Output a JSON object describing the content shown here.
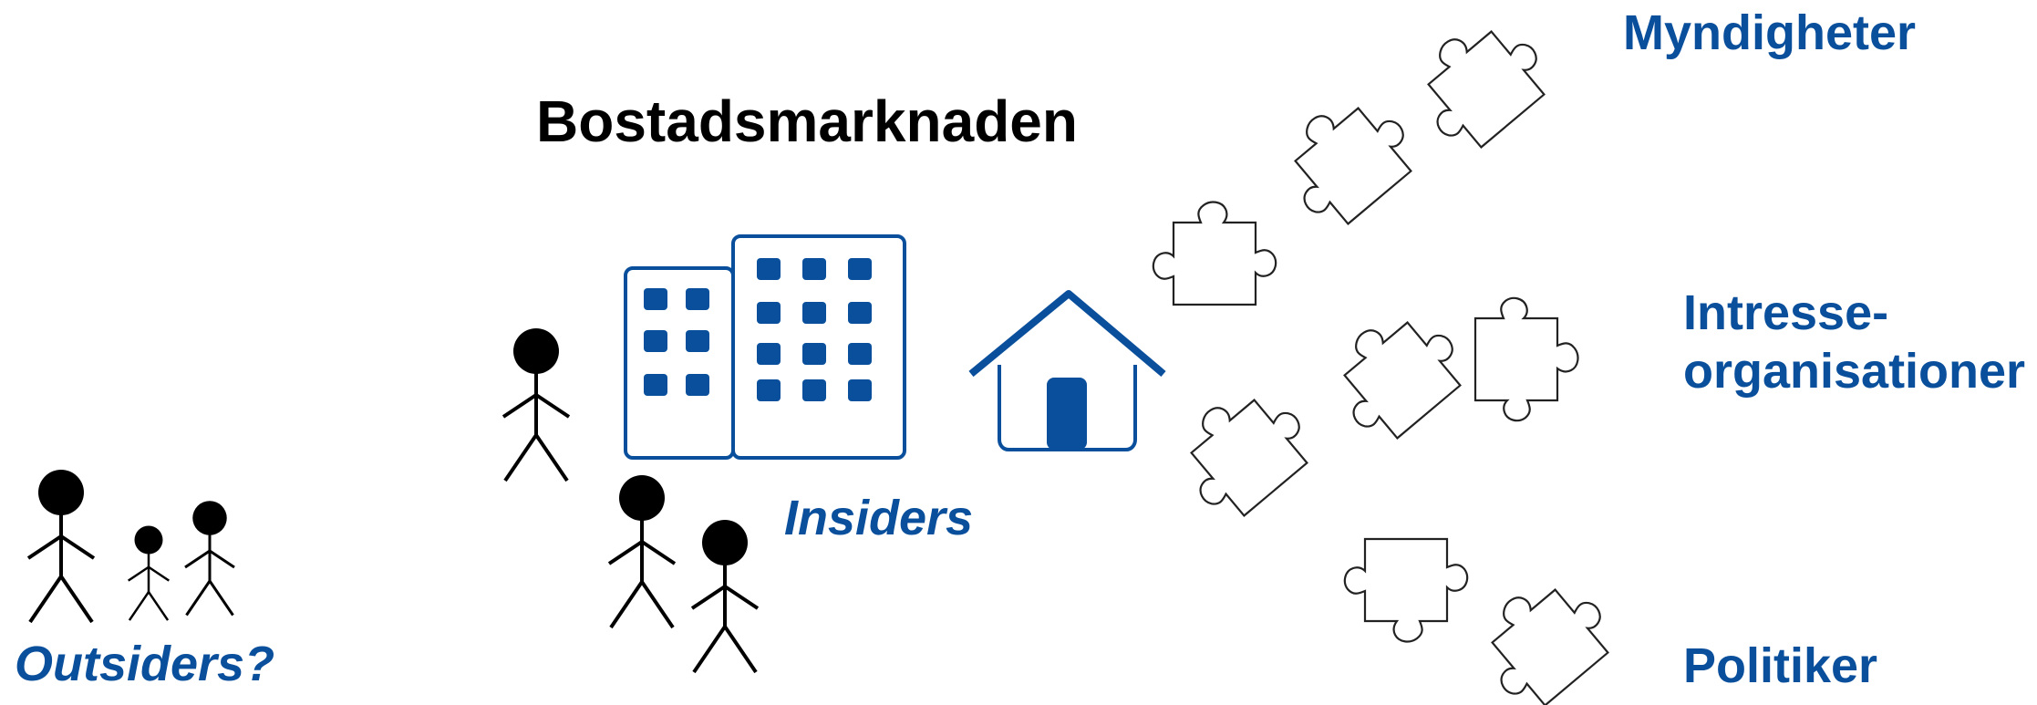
{
  "title": "Bostadsmarknaden",
  "labels": {
    "insiders": "Insiders",
    "outsiders": "Outsiders?",
    "myndigheter": "Myndigheter",
    "intresse_line1": "Intresse-",
    "intresse_line2": "organisationer",
    "politiker": "Politiker"
  },
  "icons": [
    "stick-figure-icon",
    "apartment-building-icon",
    "house-icon",
    "puzzle-piece-icon"
  ],
  "colors": {
    "accent": "#0a4f9c",
    "text": "#000000",
    "figure": "#000000",
    "puzzle_outline": "#222222"
  }
}
